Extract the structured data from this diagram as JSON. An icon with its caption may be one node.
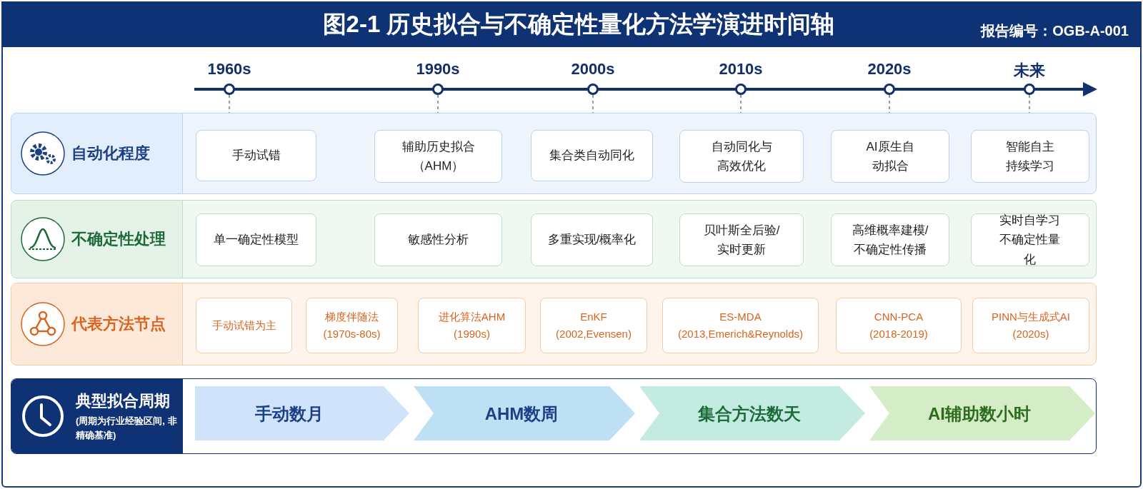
{
  "diagram": {
    "title": "图2-1 历史拟合与不确定性量化方法学演进时间轴",
    "nodes": [
      {
        "text": [
          "自动化程度"
        ]
      },
      {
        "text": [
          "手动试错"
        ],
        "in": 0
      },
      {
        "text": [
          "辅助历史拟合（AHM）"
        ],
        "in": 0
      },
      {
        "text": [
          "集合类自动同化"
        ],
        "in": 0
      },
      {
        "text": [
          "自动同化与高效优化"
        ],
        "in": 0
      },
      {
        "text": [
          "AI原生自动拟合"
        ],
        "in": 0
      },
      {
        "text": [
          "智能自主持续学习"
        ],
        "in": 0
      },
      {
        "text": [
          "不确定性处理"
        ]
      },
      {
        "text": [
          "单一确定性模型"
        ],
        "in": 7
      },
      {
        "text": [
          "敏感性分析"
        ],
        "in": 7
      },
      {
        "text": [
          "多重实现/概率化"
        ],
        "in": 7
      },
      {
        "text": [
          "贝叶斯全后验/实时更新"
        ],
        "in": 7
      },
      {
        "text": [
          "高维概率建模/不确定性传播"
        ],
        "in": 7
      },
      {
        "text": [
          "实时自学习不确定性量化"
        ],
        "in": 7
      },
      {
        "text": [
          "代表方法节点"
        ]
      },
      {
        "text": [
          "手动试错为主"
        ],
        "in": 14
      },
      {
        "text": [
          "梯度伴随法 (1970s-80s)"
        ],
        "in": 14
      },
      {
        "text": [
          "进化算法AHM (1990s)"
        ],
        "in": 14
      },
      {
        "text": [
          "EnKF (2002,Evensen)"
        ],
        "in": 14
      },
      {
        "text": [
          "ES-MDA (2013,Emerich&Reynolds)"
        ],
        "in": 14
      },
      {
        "text": [
          "CNN-PCA (2018-2019)"
        ],
        "in": 14
      },
      {
        "text": [
          "PINN与生成式AI (2020s)"
        ],
        "in": 14
      },
      {
        "text": [
          "典型拟合周期",
          "(周期为行业经验区间, 非精确基准)"
        ]
      },
      {
        "text": [
          "手动数月"
        ],
        "in": 22
      },
      {
        "text": [
          "AHM数周"
        ],
        "in": 22
      },
      {
        "text": [
          "集合方法数天"
        ],
        "in": 22
      },
      {
        "text": [
          "AI辅助数小时"
        ],
        "in": 22
      }
    ],
    "labels": [
      "报告编号：OGB-A-001",
      "1960s",
      "1990s",
      "2000s",
      "2010s",
      "2020s",
      "未来"
    ]
  }
}
